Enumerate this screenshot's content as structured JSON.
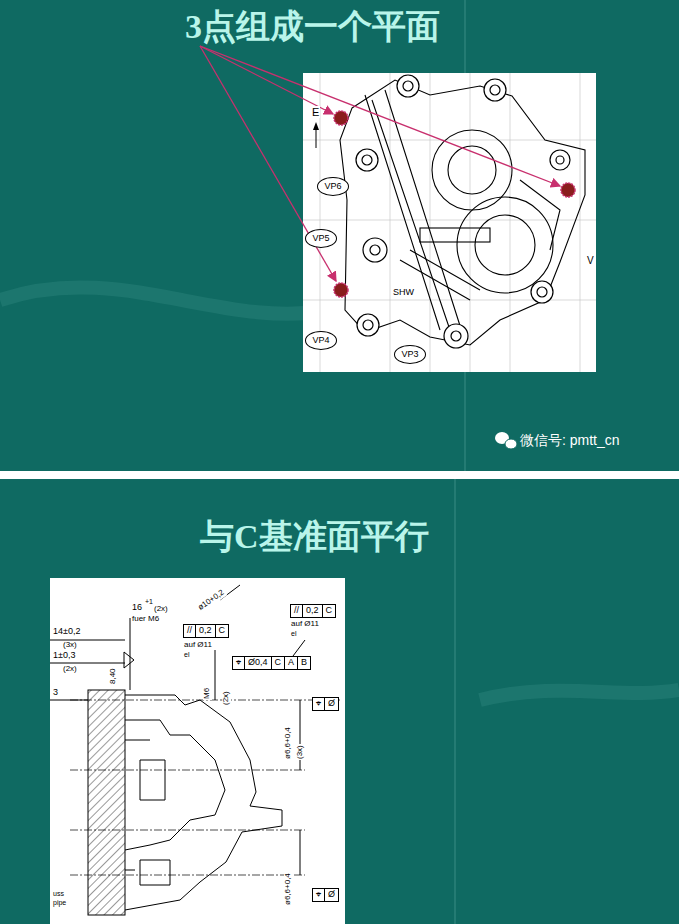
{
  "diagram": {
    "nodes": [
      {
        "text": [
          "VP6"
        ]
      },
      {
        "text": [
          "VP5"
        ]
      },
      {
        "text": [
          "VP4"
        ]
      },
      {
        "text": [
          "VP3"
        ]
      },
      {
        "text": [
          "//",
          "0,2",
          "C"
        ]
      },
      {
        "text": [
          "//",
          "0,2",
          "C"
        ]
      },
      {
        "text": [
          "⌖",
          "Ø0,4",
          "C",
          "A",
          "B"
        ]
      },
      {
        "text": [
          "⌖",
          "Ø"
        ]
      },
      {
        "text": [
          "⌖",
          "Ø"
        ]
      }
    ],
    "labels": [
      "3点组成一个平面",
      "E",
      "SHW",
      "V",
      "微信号: pmtt_cn",
      "与C基准面平行",
      "16",
      "+1",
      "(2x)",
      "fuer M6",
      "auf Ø11",
      "el",
      "auf Ø11",
      "el",
      "14±0,2",
      "(3x)",
      "1±0,3",
      "(2x)",
      "3",
      "8,40",
      "M6",
      "(2x)",
      "ø6,6+0,4",
      "(3x)",
      "ø6,6+0,4",
      "uss",
      "pipe",
      "ø10+0,2"
    ]
  }
}
